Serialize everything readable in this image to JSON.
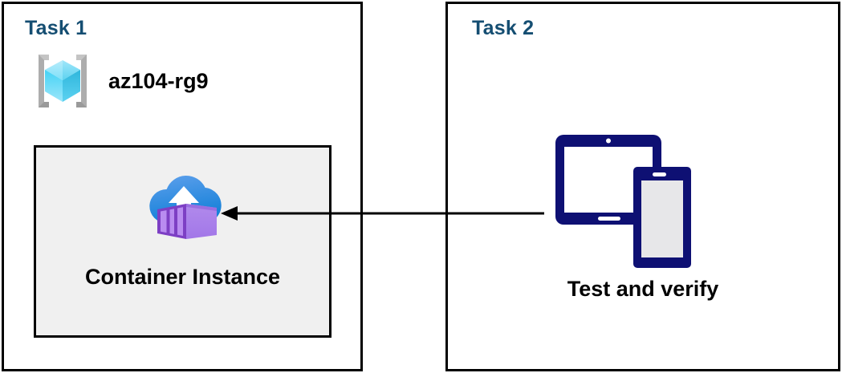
{
  "diagram": {
    "type": "architecture-flow",
    "background": "#FFFFFF",
    "accent_title_color": "#154E72",
    "panels": [
      {
        "id": "task1",
        "title": "Task 1",
        "resource_group": {
          "label": "az104-rg9",
          "icon": "azure-resource-group-icon"
        },
        "resource": {
          "label": "Container Instance",
          "icon": "azure-container-instance-icon",
          "box_fill": "#F0F0F0",
          "box_border": "#000000"
        }
      },
      {
        "id": "task2",
        "title": "Task 2",
        "resource": {
          "label": "Test and verify",
          "icon": "devices-tablet-phone-icon",
          "icon_color": "#0E1073"
        }
      }
    ],
    "connector": {
      "from": "task2",
      "to": "task1-container-instance",
      "direction": "left",
      "style": "solid",
      "color": "#000000",
      "arrowhead": "left-filled-triangle"
    }
  }
}
